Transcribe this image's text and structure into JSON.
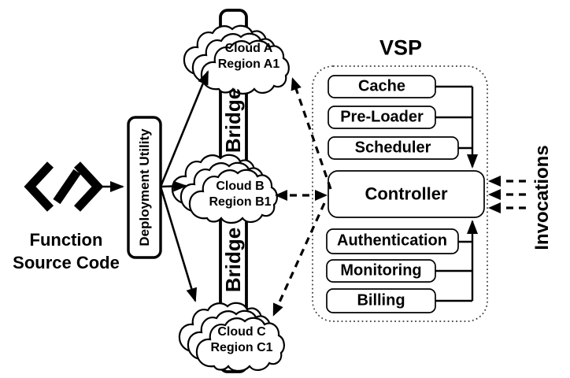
{
  "diagram": {
    "function_source": {
      "line1": "Function",
      "line2": "Source Code"
    },
    "code_icon": "angle-brackets-slash",
    "deployment_utility": {
      "label": "Deployment Utility"
    },
    "bridge": {
      "label": "Bridge"
    },
    "clouds": [
      {
        "name": "Cloud A",
        "region": "Region A1"
      },
      {
        "name": "Cloud B",
        "region": "Region B1"
      },
      {
        "name": "Cloud C",
        "region": "Region C1"
      }
    ],
    "vsp": {
      "title": "VSP",
      "services_top": [
        "Cache",
        "Pre-Loader",
        "Scheduler"
      ],
      "controller": "Controller",
      "services_bottom": [
        "Authentication",
        "Monitoring",
        "Billing"
      ]
    },
    "invocations": {
      "label": "Invocations"
    },
    "colors": {
      "ink": "#000000",
      "background": "#ffffff",
      "vsp_border": "#3a3a3a"
    }
  }
}
